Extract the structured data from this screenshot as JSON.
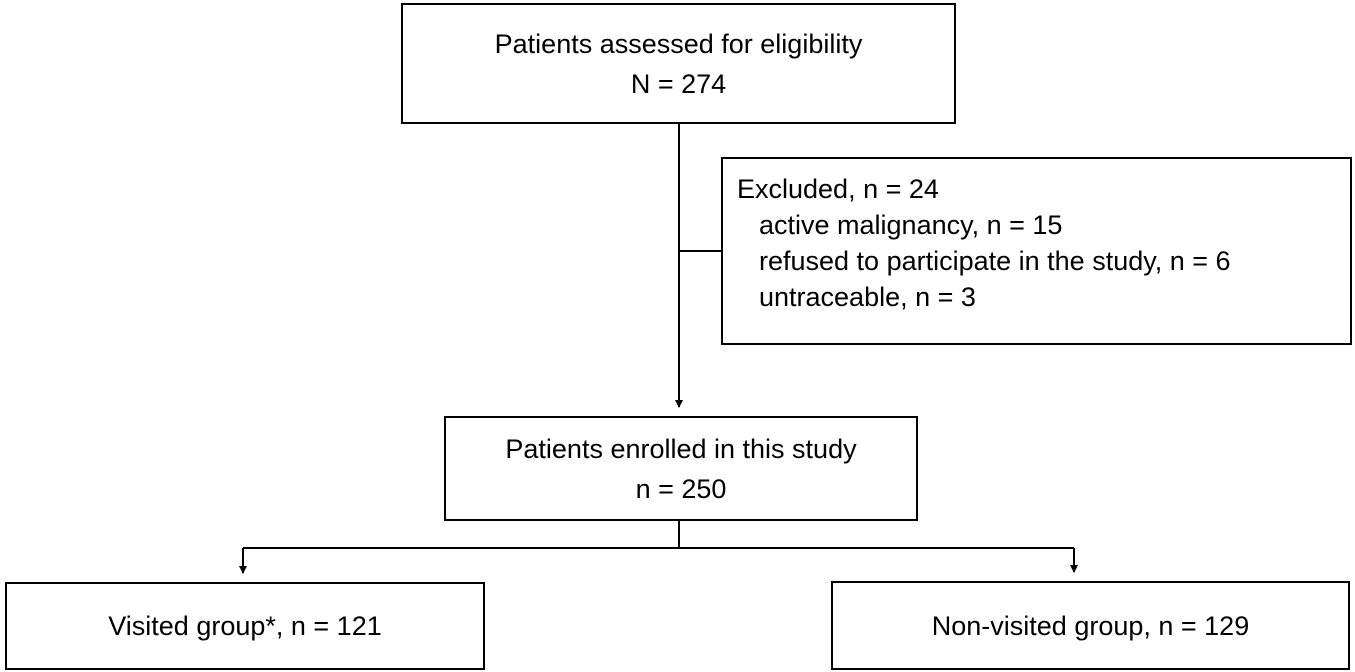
{
  "flowchart": {
    "assessed": {
      "title": "Patients assessed for eligibility",
      "count": "N = 274"
    },
    "excluded": {
      "title": "Excluded, n = 24",
      "reasons": [
        "active malignancy, n = 15",
        "refused to participate in the study, n = 6",
        "untraceable, n = 3"
      ]
    },
    "enrolled": {
      "title": "Patients enrolled in this study",
      "count": "n = 250"
    },
    "groups": {
      "visited": "Visited group*, n = 121",
      "non_visited": "Non-visited group, n = 129"
    }
  }
}
